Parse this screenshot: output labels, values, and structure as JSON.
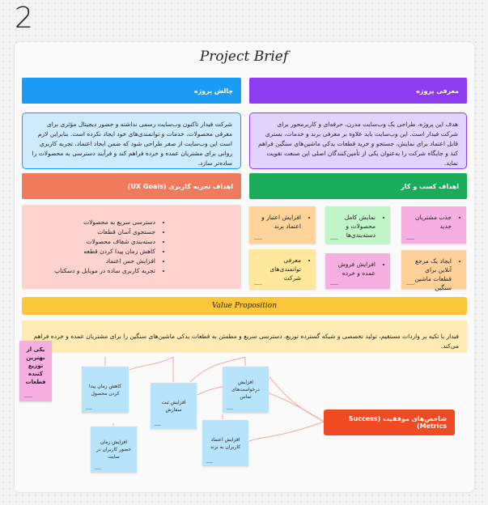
{
  "page_number": "2",
  "brief": {
    "title": "Project Brief"
  },
  "intro": {
    "header": "معرفی پروژه",
    "body": "هدف این پروژه، طراحی یک وب‌سایت مدرن، حرفه‌ای و کاربرمحور برای شرکت فیدار است. این وب‌سایت باید علاوه بر معرفی برند و خدمات، بستری قابل اعتماد برای نمایش، جستجو و خرید قطعات یدکی ماشین‌های سنگین فراهم کند و جایگاه شرکت را به‌عنوان یکی از تأمین‌کنندگان اصلی این صنعت تقویت نماید."
  },
  "challenge": {
    "header": "چالش پروژه",
    "body": "شرکت فیدار تاکنون وب‌سایت رسمی نداشته و حضور دیجیتال مؤثری برای معرفی محصولات، خدمات و توانمندی‌های خود ایجاد نکرده است. بنابراین لازم است این وب‌سایت از صفر طراحی شود که ضمن ایجاد اعتماد، تجربه کاربری روانی برای مشتریان عمده و خرده فراهم کند و فرآیند دسترسی به محصولات را ساده‌تر سازد."
  },
  "business_goals": {
    "header": "اهداف کسب و کار",
    "notes": [
      "جذب مشتریان جدید",
      "نمایش کامل محصولات و دسته‌بندی‌ها",
      "افزایش اعتبار و اعتماد برند",
      "ایجاد یک مرجع آنلاین برای قطعات ماشین سنگین",
      "افزایش فروش عمده و خرده",
      "معرفی توانمندی‌های شرکت"
    ],
    "colors": [
      "#f7aee0",
      "#bff5c7",
      "#ffd49a",
      "#ffd09a",
      "#f7aee0",
      "#ffe89a"
    ]
  },
  "ux_goals": {
    "header": "اهداف تجربه کاربری (UX Goals)",
    "items": [
      "دسترسی سریع به محصولات",
      "جستجوی آسان قطعات",
      "دسته‌بندی شفاف محصولات",
      "کاهش زمان پیدا کردن قطعه",
      "افزایش حس اعتماد",
      "تجربه کاربری ساده در موبایل و دسکتاپ"
    ]
  },
  "value_proposition": {
    "header": "Value Proposition",
    "body": "فیدار با تکیه بر واردات مستقیم، تولید تخصصی و شبکه گسترده توزیع، دسترسی سریع و مطمئن به قطعات یدکی ماشین‌های سنگین را برای مشتریان عمده و خرده فراهم می‌کند.",
    "side_note": "یکی از بهترین توزیع کننده قطعات"
  },
  "success_metrics": {
    "header": "شاخص‌های موفقیت (Success Metrics)",
    "notes": [
      "کاهش زمان پیدا کردن محصول",
      "افزایش ثبت سفارش",
      "افزایش درخواست‌های تماس",
      "افزایش زمان حضور کاربران در سایت",
      "افزایش اعتماد کاربران به برند"
    ]
  },
  "colors": {
    "purple": "#8e3cf0",
    "blue": "#1a9cf5",
    "green": "#1aac5a",
    "salmon": "#f07a5c",
    "yellow": "#fcc63a",
    "red": "#ef4a22",
    "connector": "#f3a9a3"
  }
}
